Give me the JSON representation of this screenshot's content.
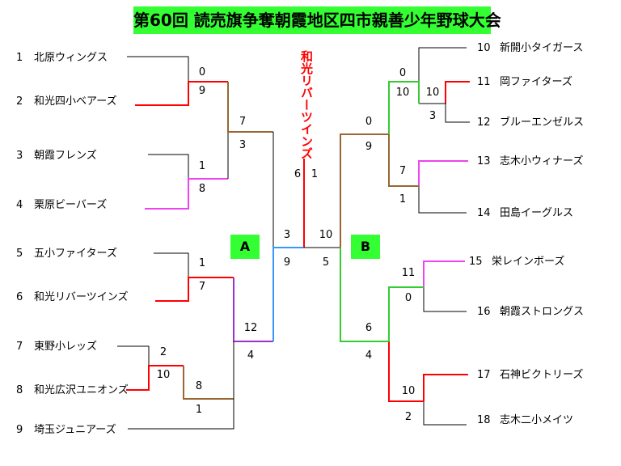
{
  "title": "第60回 読売旗争奪朝霞地区四市親善少年野球大会",
  "champion": "和光リバーツインズ",
  "blocks": [
    "A",
    "B"
  ],
  "teams": [
    {
      "num": "1",
      "name": "北原ウィングス"
    },
    {
      "num": "2",
      "name": "和光四小ベアーズ"
    },
    {
      "num": "3",
      "name": "朝霞フレンズ"
    },
    {
      "num": "4",
      "name": "栗原ビーバーズ"
    },
    {
      "num": "5",
      "name": "五小ファイターズ"
    },
    {
      "num": "6",
      "name": "和光リバーツインズ"
    },
    {
      "num": "7",
      "name": "東野小レッズ"
    },
    {
      "num": "8",
      "name": "和光広沢ユニオンズ"
    },
    {
      "num": "9",
      "name": "埼玉ジュニアーズ"
    },
    {
      "num": "10",
      "name": "新開小タイガース"
    },
    {
      "num": "11",
      "name": "岡ファイターズ"
    },
    {
      "num": "12",
      "name": "ブルーエンゼルス"
    },
    {
      "num": "13",
      "name": "志木小ウィナーズ"
    },
    {
      "num": "14",
      "name": "田島イーグルス"
    },
    {
      "num": "15",
      "name": "栄レインボーズ"
    },
    {
      "num": "16",
      "name": "朝霞ストロングス"
    },
    {
      "num": "17",
      "name": "石神ビクトリーズ"
    },
    {
      "num": "18",
      "name": "志木二小メイツ"
    }
  ],
  "scores": {
    "a_r1_1v2": [
      "0",
      "9"
    ],
    "a_r1_3v4": [
      "1",
      "8"
    ],
    "a_r2_top": [
      "7",
      "3"
    ],
    "a_r1_5v6": [
      "1",
      "7"
    ],
    "a_r1_7v8": [
      "2",
      "10"
    ],
    "a_r2_8v9": [
      "8",
      "1"
    ],
    "a_r2_bottom": [
      "12",
      "4"
    ],
    "a_final": [
      "3",
      "9"
    ],
    "championship": [
      "6",
      "1"
    ],
    "b_r1_11v12": [
      "10",
      "3"
    ],
    "b_r2_10v11": [
      "0",
      "10"
    ],
    "b_r1_13v14": [
      "7",
      "1"
    ],
    "b_r3_top": [
      "0",
      "9"
    ],
    "b_r1_15v16": [
      "11",
      "0"
    ],
    "b_r1_17v18": [
      "10",
      "2"
    ],
    "b_r2_bottom": [
      "6",
      "4"
    ],
    "b_final": [
      "10",
      "5"
    ]
  },
  "colors": {
    "title_bg": "#33ff33",
    "loser_line": "#000000",
    "round1_win": "#ff0000",
    "round1_win_alt": "#ee44ee",
    "round2_win": "#996633",
    "round2_win_alt": "#9933cc",
    "round2_win_green": "#33cc33",
    "block_a_win": "#3399ff",
    "champion": "#ff0000"
  }
}
